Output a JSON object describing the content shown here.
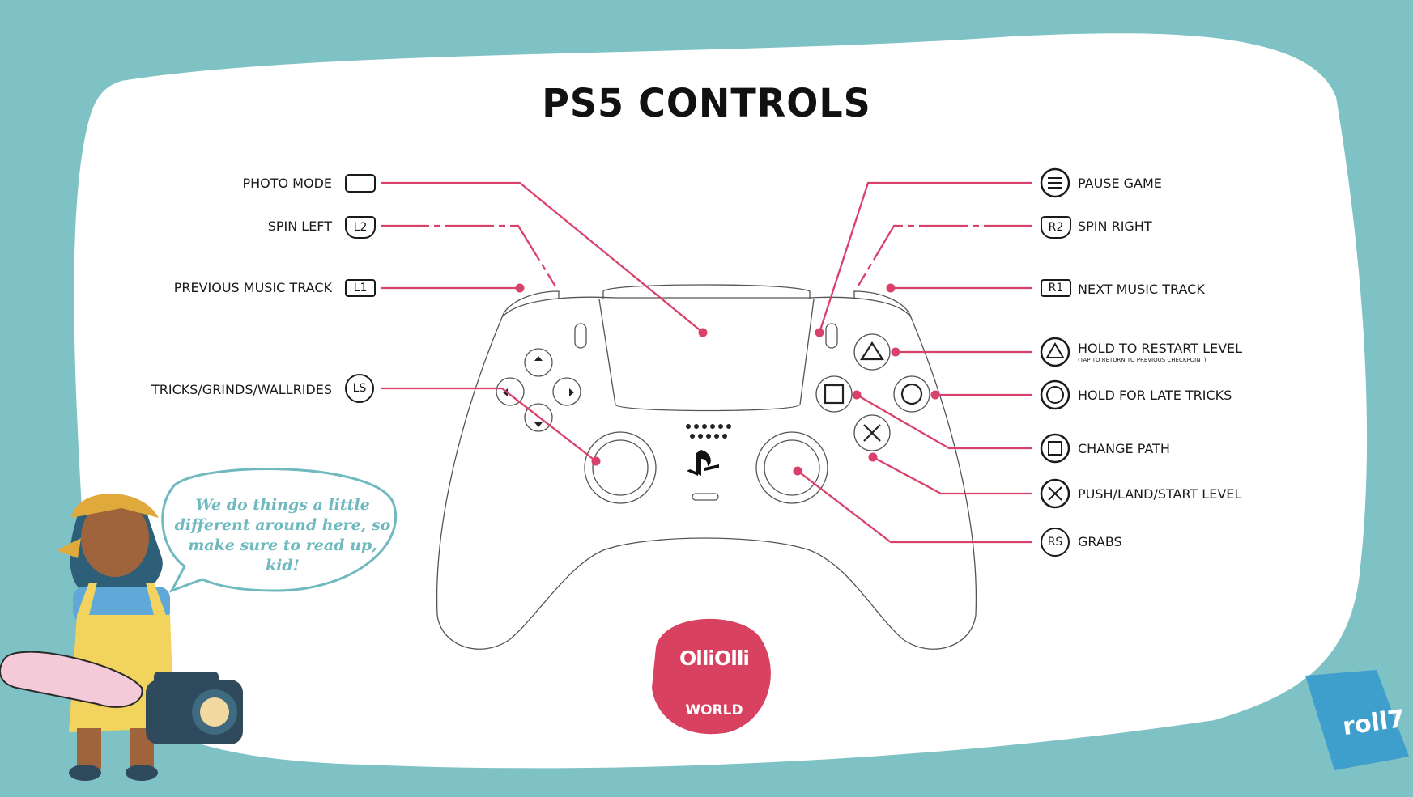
{
  "title": "PS5 CONTROLS",
  "left_controls": [
    {
      "label": "PHOTO MODE",
      "key": ""
    },
    {
      "label": "SPIN LEFT",
      "key": "L2"
    },
    {
      "label": "PREVIOUS MUSIC TRACK",
      "key": "L1"
    },
    {
      "label": "TRICKS/GRINDS/WALLRIDES",
      "key": "LS"
    }
  ],
  "right_controls": [
    {
      "label": "PAUSE GAME",
      "key": "options"
    },
    {
      "label": "SPIN RIGHT",
      "key": "R2"
    },
    {
      "label": "NEXT MUSIC TRACK",
      "key": "R1"
    },
    {
      "label": "HOLD TO RESTART LEVEL",
      "key": "triangle",
      "note": "(TAP TO RETURN TO PREVIOUS CHECKPOINT)"
    },
    {
      "label": "HOLD FOR LATE TRICKS",
      "key": "circle"
    },
    {
      "label": "CHANGE PATH",
      "key": "square"
    },
    {
      "label": "PUSH/LAND/START LEVEL",
      "key": "cross"
    },
    {
      "label": "GRABS",
      "key": "RS"
    }
  ],
  "speech_bubble": "We do things a little different around here, so make sure to read up, kid!",
  "game_logo": {
    "line1": "OlliOlli",
    "line2": "WORLD"
  },
  "studio_logo": "roll7",
  "colors": {
    "background": "#7fc2c5",
    "panel": "#ffffff",
    "accent_line": "#d9416a",
    "logo_red": "#d8415f",
    "roll7_blue": "#3f9fcc",
    "bubble": "#6fb9bf"
  }
}
